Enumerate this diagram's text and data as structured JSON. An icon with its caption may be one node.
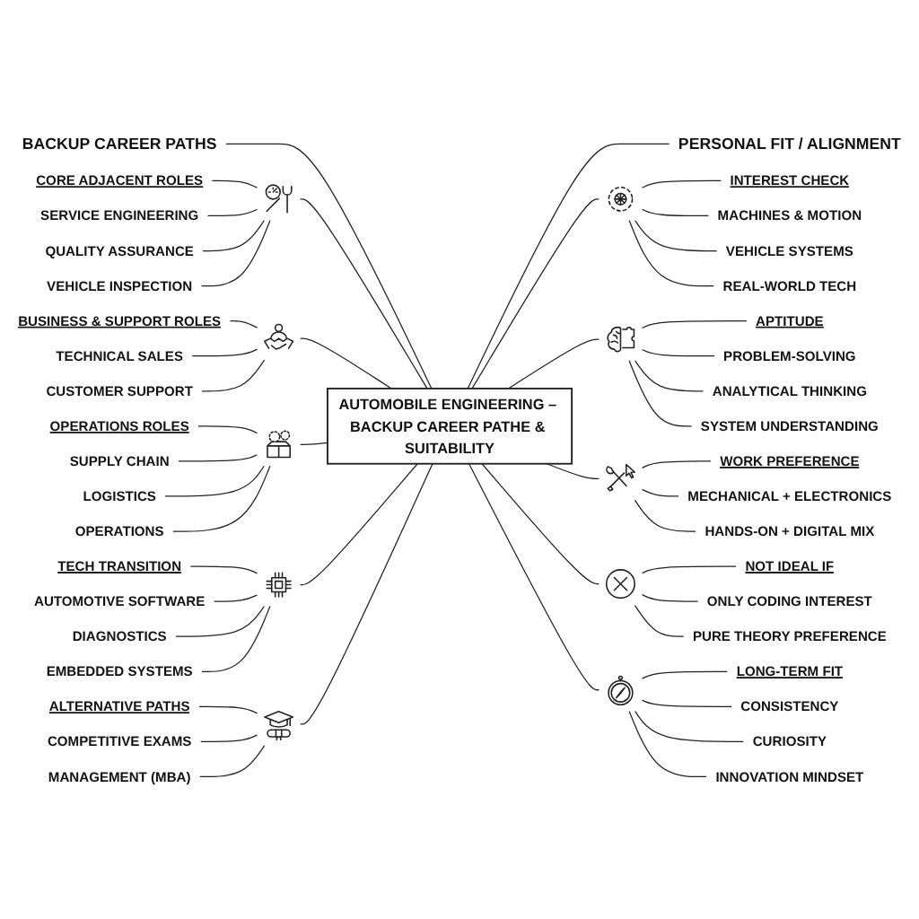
{
  "diagram": {
    "nodes": [
      {
        "text": [
          "BACKUP CAREER PATHS"
        ]
      },
      {
        "text": [
          "CORE ADJACENT ROLES"
        ]
      },
      {
        "text": [
          "SERVICE ENGINEERING"
        ]
      },
      {
        "text": [
          "QUALITY ASSURANCE"
        ]
      },
      {
        "text": [
          "VEHICLE INSPECTION"
        ]
      },
      {
        "text": [],
        "shape": "picture"
      },
      {
        "text": [
          "BUSINESS & SUPPORT ROLES"
        ]
      },
      {
        "text": [
          "TECHNICAL SALES"
        ]
      },
      {
        "text": [
          "CUSTOMER SUPPORT"
        ]
      },
      {
        "text": [],
        "shape": "picture"
      },
      {
        "text": [
          "OPERATIONS ROLES"
        ]
      },
      {
        "text": [
          "SUPPLY CHAIN"
        ]
      },
      {
        "text": [
          "LOGISTICS"
        ]
      },
      {
        "text": [
          "OPERATIONS"
        ]
      },
      {
        "text": [],
        "shape": "picture"
      },
      {
        "text": [
          "TECH TRANSITION"
        ]
      },
      {
        "text": [
          "AUTOMOTIVE SOFTWARE"
        ]
      },
      {
        "text": [
          "DIAGNOSTICS"
        ]
      },
      {
        "text": [
          "EMBEDDED SYSTEMS"
        ]
      },
      {
        "text": [],
        "shape": "picture"
      },
      {
        "text": [
          "ALTERNATIVE PATHS"
        ]
      },
      {
        "text": [
          "COMPETITIVE EXAMS"
        ]
      },
      {
        "text": [
          "MANAGEMENT (MBA)"
        ]
      },
      {
        "text": [],
        "shape": "picture"
      },
      {
        "text": [
          "AUTOMOBILE ENGINEERING – BACKUP CAREER PATHE & SUITABILITY"
        ]
      },
      {
        "text": [
          "PERSONAL FIT / ALIGNMENT"
        ]
      },
      {
        "text": [],
        "shape": "picture"
      },
      {
        "text": [
          "INTEREST CHECK"
        ]
      },
      {
        "text": [
          "MACHINES & MOTION"
        ]
      },
      {
        "text": [
          "VEHICLE SYSTEMS"
        ]
      },
      {
        "text": [
          "REAL-WORLD TECH"
        ]
      },
      {
        "text": [],
        "shape": "picture"
      },
      {
        "text": [
          "APTITUDE"
        ]
      },
      {
        "text": [
          "PROBLEM-SOLVING"
        ]
      },
      {
        "text": [
          "ANALYTICAL THINKING"
        ]
      },
      {
        "text": [
          "SYSTEM UNDERSTANDING"
        ]
      },
      {
        "text": [],
        "shape": "picture"
      },
      {
        "text": [
          "WORK PREFERENCE"
        ]
      },
      {
        "text": [
          "MECHANICAL + ELECTRONICS"
        ]
      },
      {
        "text": [
          "HANDS-ON + DIGITAL MIX"
        ]
      },
      {
        "text": [],
        "shape": "picture"
      },
      {
        "text": [
          "NOT IDEAL IF"
        ]
      },
      {
        "text": [
          "ONLY CODING INTEREST"
        ]
      },
      {
        "text": [
          "PURE THEORY PREFERENCE"
        ]
      },
      {
        "text": [],
        "shape": "picture"
      },
      {
        "text": [
          "LONG-TERM FIT"
        ]
      },
      {
        "text": [
          "CONSISTENCY"
        ]
      },
      {
        "text": [
          "CURIOSITY"
        ]
      },
      {
        "text": [
          "INNOVATION MINDSET"
        ]
      }
    ],
    "edges": [
      {
        "from": 0,
        "to": 24,
        "arrow": "none"
      },
      {
        "from": 1,
        "to": 5,
        "arrow": "none"
      },
      {
        "from": 2,
        "to": 5,
        "arrow": "none"
      },
      {
        "from": 3,
        "to": 5,
        "arrow": "none"
      },
      {
        "from": 4,
        "to": 5,
        "arrow": "none"
      },
      {
        "from": 5,
        "to": 24,
        "arrow": "none"
      },
      {
        "from": 6,
        "to": 9,
        "arrow": "none"
      },
      {
        "from": 7,
        "to": 9,
        "arrow": "none"
      },
      {
        "from": 8,
        "to": 9,
        "arrow": "none"
      },
      {
        "from": 9,
        "to": 24,
        "arrow": "none"
      },
      {
        "from": 10,
        "to": 14,
        "arrow": "none"
      },
      {
        "from": 11,
        "to": 14,
        "arrow": "none"
      },
      {
        "from": 12,
        "to": 14,
        "arrow": "none"
      },
      {
        "from": 13,
        "to": 14,
        "arrow": "none"
      },
      {
        "from": 14,
        "to": 24,
        "arrow": "none"
      },
      {
        "from": 15,
        "to": 19,
        "arrow": "none"
      },
      {
        "from": 16,
        "to": 19,
        "arrow": "none"
      },
      {
        "from": 17,
        "to": 19,
        "arrow": "none"
      },
      {
        "from": 18,
        "to": 19,
        "arrow": "none"
      },
      {
        "from": 19,
        "to": 24,
        "arrow": "none"
      },
      {
        "from": 20,
        "to": 23,
        "arrow": "none"
      },
      {
        "from": 21,
        "to": 23,
        "arrow": "none"
      },
      {
        "from": 22,
        "to": 23,
        "arrow": "none"
      },
      {
        "from": 23,
        "to": 24,
        "arrow": "none"
      },
      {
        "from": 24,
        "to": 25,
        "arrow": "none"
      },
      {
        "from": 24,
        "to": 26,
        "arrow": "none"
      },
      {
        "from": 26,
        "to": 27,
        "arrow": "none"
      },
      {
        "from": 26,
        "to": 28,
        "arrow": "none"
      },
      {
        "from": 26,
        "to": 29,
        "arrow": "none"
      },
      {
        "from": 26,
        "to": 30,
        "arrow": "none"
      },
      {
        "from": 24,
        "to": 31,
        "arrow": "none"
      },
      {
        "from": 31,
        "to": 32,
        "arrow": "none"
      },
      {
        "from": 31,
        "to": 33,
        "arrow": "none"
      },
      {
        "from": 31,
        "to": 34,
        "arrow": "none"
      },
      {
        "from": 31,
        "to": 35,
        "arrow": "none"
      },
      {
        "from": 24,
        "to": 36,
        "arrow": "none"
      },
      {
        "from": 36,
        "to": 37,
        "arrow": "none"
      },
      {
        "from": 36,
        "to": 38,
        "arrow": "none"
      },
      {
        "from": 36,
        "to": 39,
        "arrow": "none"
      },
      {
        "from": 24,
        "to": 40,
        "arrow": "none"
      },
      {
        "from": 40,
        "to": 41,
        "arrow": "none"
      },
      {
        "from": 40,
        "to": 42,
        "arrow": "none"
      },
      {
        "from": 40,
        "to": 43,
        "arrow": "none"
      },
      {
        "from": 24,
        "to": 44,
        "arrow": "none"
      },
      {
        "from": 44,
        "to": 45,
        "arrow": "none"
      },
      {
        "from": 44,
        "to": 46,
        "arrow": "none"
      },
      {
        "from": 44,
        "to": 47,
        "arrow": "none"
      },
      {
        "from": 44,
        "to": 48,
        "arrow": "none"
      }
    ]
  }
}
